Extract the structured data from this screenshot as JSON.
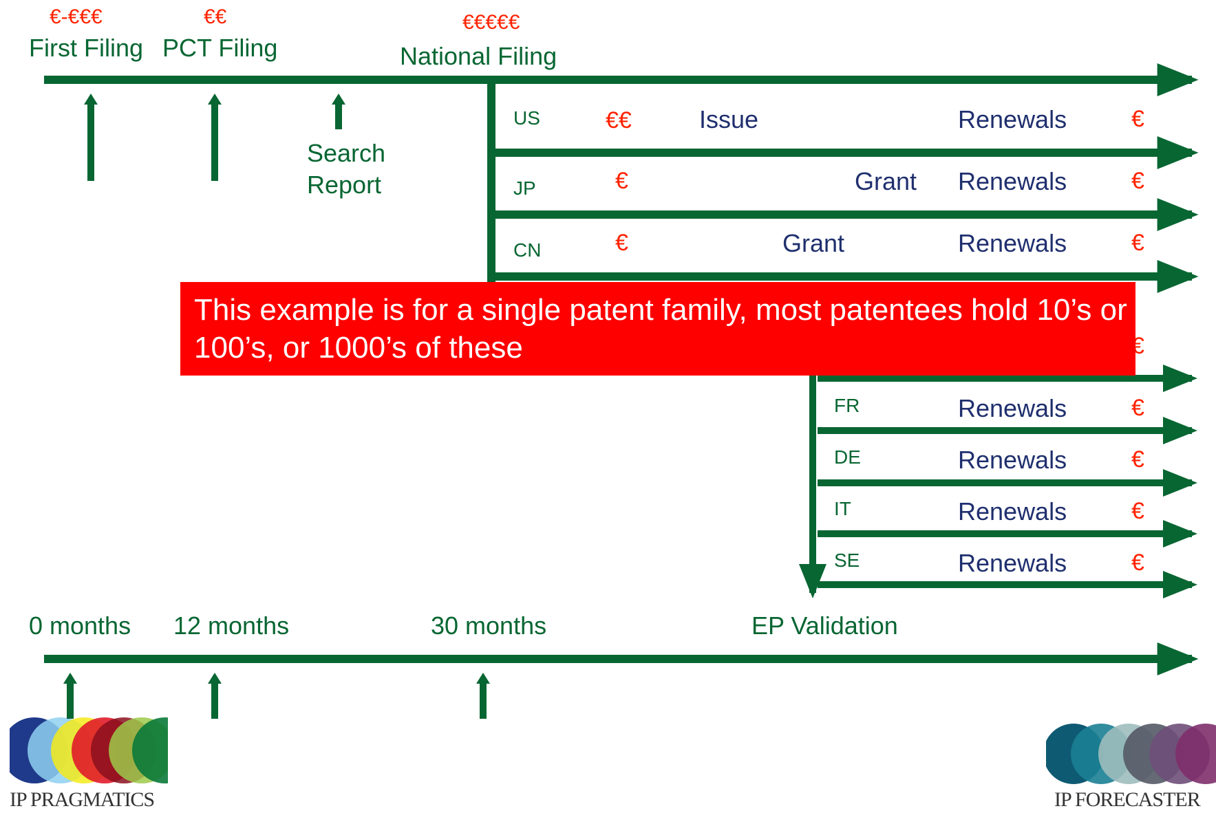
{
  "top": {
    "first_filing": {
      "cost": "€-€€€",
      "label": "First Filing"
    },
    "pct_filing": {
      "cost": "€€",
      "label": "PCT Filing"
    },
    "national_filing": {
      "cost": "€€€€€",
      "label": "National Filing"
    },
    "search_report": "Search\nReport"
  },
  "national_rows": [
    {
      "country": "US",
      "cost": "€€",
      "event": "Issue",
      "renewals": "Renewals",
      "renewal_cost": "€"
    },
    {
      "country": "JP",
      "cost": "€",
      "event": "Grant",
      "renewals": "Renewals",
      "renewal_cost": "€"
    },
    {
      "country": "CN",
      "cost": "€",
      "event": "Grant",
      "renewals": "Renewals",
      "renewal_cost": "€"
    }
  ],
  "ep_hidden_row": {
    "renewal_cost": "€"
  },
  "ep_rows": [
    {
      "country": "FR",
      "renewals": "Renewals",
      "renewal_cost": "€"
    },
    {
      "country": "DE",
      "renewals": "Renewals",
      "renewal_cost": "€"
    },
    {
      "country": "IT",
      "renewals": "Renewals",
      "renewal_cost": "€"
    },
    {
      "country": "SE",
      "renewals": "Renewals",
      "renewal_cost": "€"
    }
  ],
  "bottom": {
    "month_0": "0 months",
    "month_12": "12 months",
    "month_30": "30 months",
    "ep_validation": "EP Validation"
  },
  "note": "This example is for a single patent family, most patentees hold 10’s or 100’s, or 1000’s of these",
  "logos": {
    "left": "IP PRAGMATICS",
    "right": "IP FORECASTER"
  },
  "colors": {
    "green": "#086632",
    "navy": "#1f2f6e",
    "euro_red": "#ff2200",
    "note_bg": "#ff0000"
  }
}
